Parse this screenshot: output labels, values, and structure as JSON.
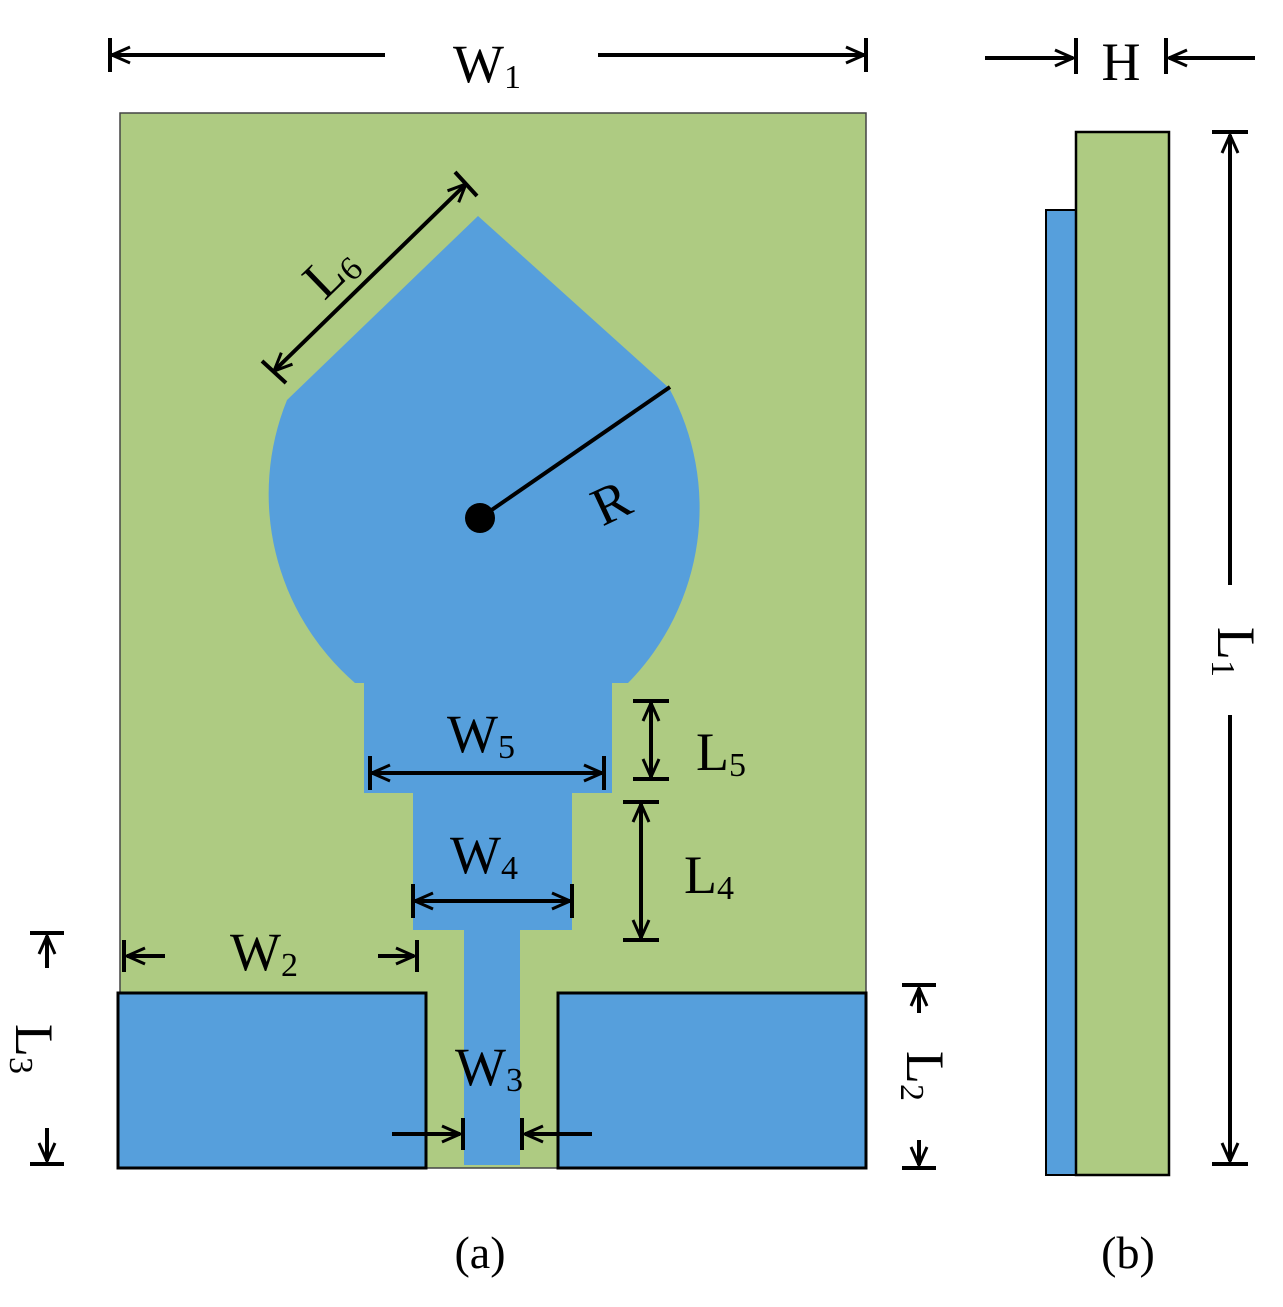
{
  "colors": {
    "substrate": "#aecb82",
    "metal": "#569fdc",
    "line": "#000000",
    "background": "#ffffff"
  },
  "labels": {
    "W1": {
      "main": "W",
      "sub": "1"
    },
    "W2": {
      "main": "W",
      "sub": "2"
    },
    "W3": {
      "main": "W",
      "sub": "3"
    },
    "W4": {
      "main": "W",
      "sub": "4"
    },
    "W5": {
      "main": "W",
      "sub": "5"
    },
    "L1": {
      "main": "L",
      "sub": "1"
    },
    "L2": {
      "main": "L",
      "sub": "2"
    },
    "L3": {
      "main": "L",
      "sub": "3"
    },
    "L4": {
      "main": "L",
      "sub": "4"
    },
    "L5": {
      "main": "L",
      "sub": "5"
    },
    "L6": {
      "main": "L",
      "sub": "6"
    },
    "R": "R",
    "H": "H"
  },
  "captions": {
    "a": "(a)",
    "b": "(b)"
  }
}
